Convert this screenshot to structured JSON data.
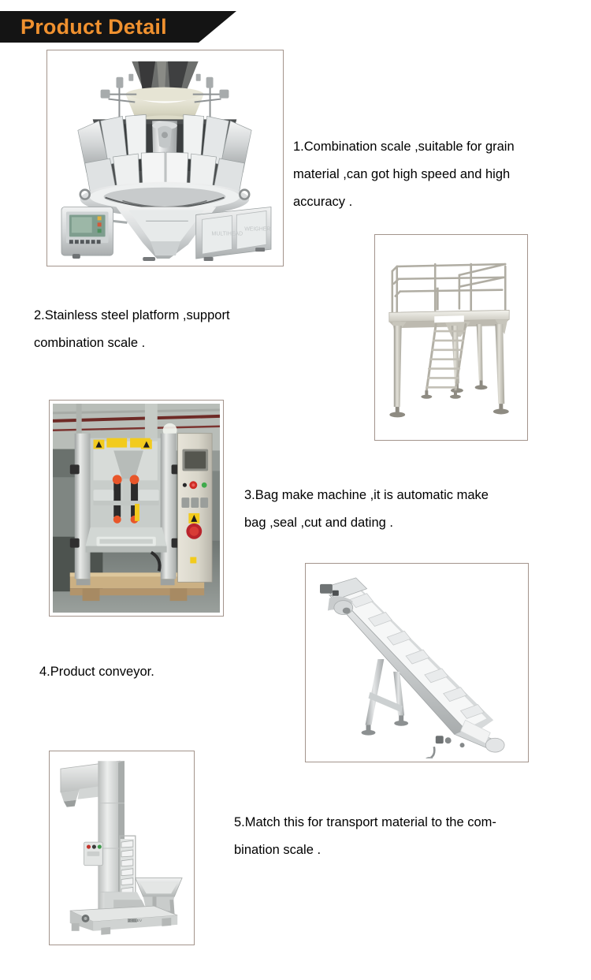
{
  "header": {
    "title": "Product Detail",
    "banner_bg": "#141414",
    "banner_text_color": "#f0912f"
  },
  "frame_border_color": "#a3948c",
  "items": [
    {
      "index": "1",
      "caption": "1.Combination scale ,suitable for grain\nmaterial ,can got high speed and high\naccuracy .",
      "image_name": "combination-multihead-weigher-photo",
      "image_alt": "Stainless steel 10-head combination weigher with control panel and discharge chute"
    },
    {
      "index": "2",
      "caption": "2.Stainless steel platform ,support\ncombination scale .",
      "image_name": "stainless-steel-platform-photo",
      "image_alt": "Stainless steel working platform with guardrails and access ladder"
    },
    {
      "index": "3",
      "caption": "3.Bag make machine ,it is automatic make\nbag ,seal ,cut and dating .",
      "image_name": "bag-make-machine-photo",
      "image_alt": "Vertical form fill seal bag making machine on wooden pallet with control panel"
    },
    {
      "index": "4",
      "caption": "4.Product conveyor.",
      "image_name": "product-conveyor-photo",
      "image_alt": "Inclined cleated belt product conveyor with motor and support legs"
    },
    {
      "index": "5",
      "caption": "5.Match this for transport material to the com-\nbination scale .",
      "image_name": "z-type-bucket-elevator-photo",
      "image_alt": "Z type bucket elevator with feeding hopper and control box"
    }
  ]
}
